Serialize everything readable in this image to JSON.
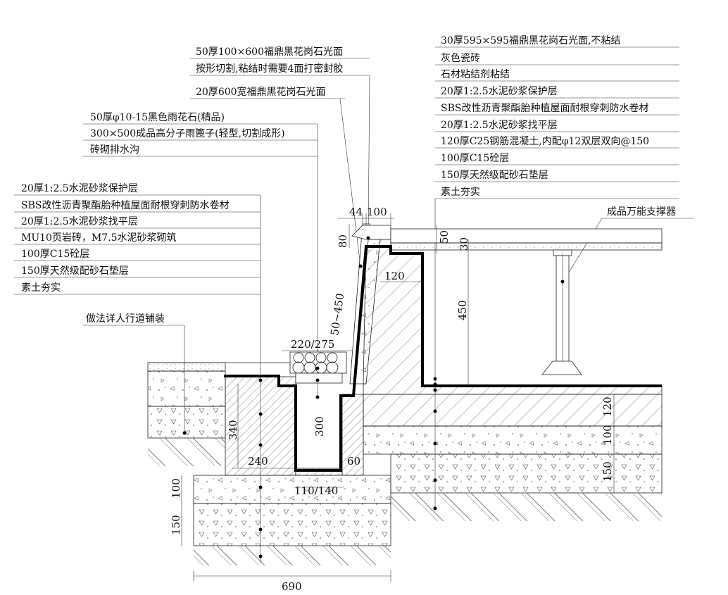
{
  "notes_left": [
    "20厚1:2.5水泥砂浆保护层",
    "SBS改性沥青聚酯胎种植屋面耐根穿刺防水卷材",
    "20厚1:2.5水泥砂浆找平层",
    "MU10页岩砖，M7.5水泥砂浆砌筑",
    "100厚C15砼层",
    "150厚天然级配砂石垫层",
    "素土夯实"
  ],
  "notes_drain": [
    "50厚φ10-15黑色雨花石(精品)",
    "300×500成品高分子雨篦子(轻型,切割成形)",
    "砖砌排水沟"
  ],
  "notes_stone_top": [
    "50厚100×600福鼎黑花岗石光面",
    "按形切割,粘结时需要4面打密封胶"
  ],
  "note_stone_side": "20厚600宽福鼎黑花岗石光面",
  "notes_right": [
    "30厚595×595福鼎黑花岗石光面,不粘结",
    "灰色瓷砖",
    "石材粘结剂粘结",
    "20厚1:2.5水泥砂浆保护层",
    "SBS改性沥青聚酯胎种植屋面耐根穿刺防水卷材",
    "20厚1:2.5水泥砂浆找平层",
    "120厚C25钢筋混凝土,内配φ12双层双向@150",
    "100厚C15砼层",
    "150厚天然级配砂石垫层",
    "素土夯实"
  ],
  "note_pedestal": "成品万能支撑器",
  "note_paving": "做法详人行道铺装",
  "dims": {
    "d44": "44",
    "d100": "100",
    "d80": "80",
    "d50a": "50",
    "d30": "30",
    "d120a": "120",
    "d450": "450",
    "d50_450": "50~450",
    "d220_275": "220/275",
    "d340": "340",
    "d300": "300",
    "d240": "240",
    "d60": "60",
    "d110_140": "110/140",
    "d100b": "100",
    "d150b": "150",
    "d690": "690",
    "d120r": "120",
    "d100r": "100",
    "d150r": "150"
  }
}
